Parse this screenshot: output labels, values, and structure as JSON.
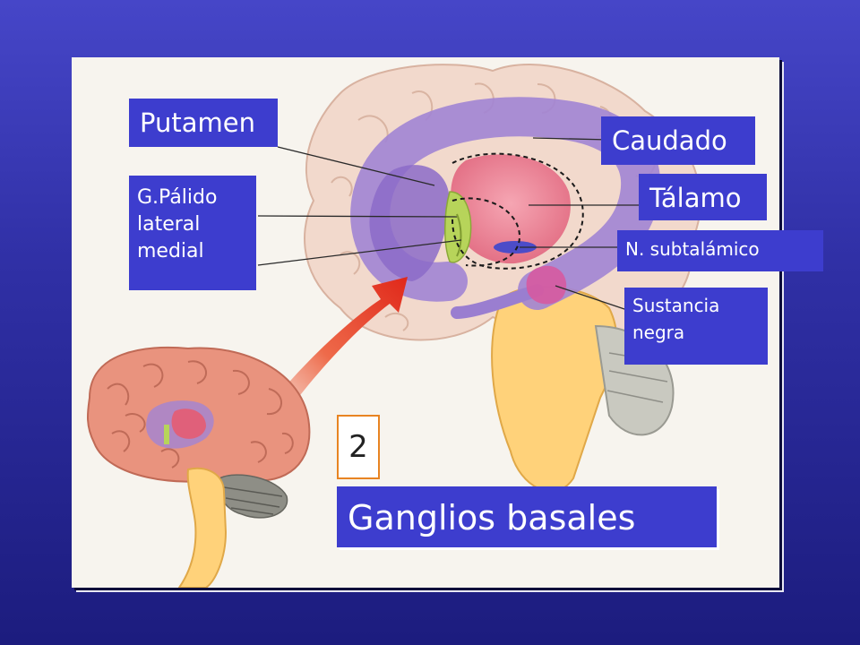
{
  "labels": {
    "putamen": "Putamen",
    "caudado": "Caudado",
    "talamo": "Tálamo",
    "gpalido": [
      "G.Pálido",
      "lateral",
      "medial"
    ],
    "subtalamico": "N. subtalámico",
    "sustancia": [
      "Sustancia",
      "negra"
    ]
  },
  "slide_number": "2",
  "title": "Ganglios basales",
  "colors": {
    "background": "#3030a6",
    "label_fill": "#3d3dce",
    "label_text": "#ffffff",
    "number_border": "#e88422",
    "arrow": "#e23a20"
  }
}
